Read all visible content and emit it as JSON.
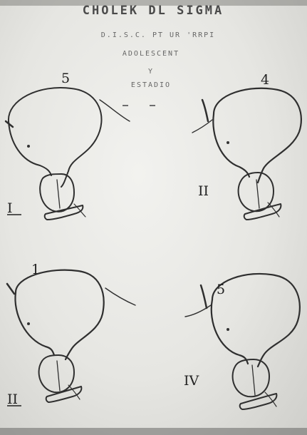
{
  "header": {
    "title": "CHOLEK DL SIGMA",
    "line1": "D.I.S.C. PT UR 'RRPI",
    "line2": "ADOLESCENT",
    "line3": "Y",
    "line4": "ESTADIO"
  },
  "panels": [
    {
      "numeral": "I"
    },
    {
      "numeral": "II"
    },
    {
      "numeral": "II"
    },
    {
      "numeral": "IV"
    }
  ],
  "small_marks": {
    "p1": "5",
    "p2": "4",
    "p3": "1",
    "p4": "5"
  },
  "colors": {
    "ink": "#2f2f2f",
    "paper": "#e6e6e2"
  }
}
